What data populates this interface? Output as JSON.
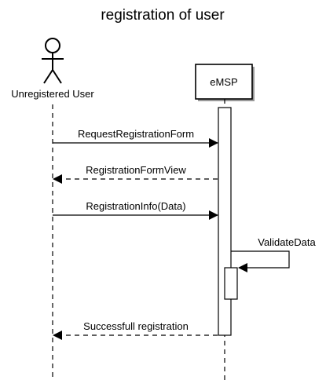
{
  "title": "registration of user",
  "actor": {
    "label": "Unregistered User",
    "icon": "stick-figure-icon"
  },
  "participant": {
    "label": "eMSP"
  },
  "messages": [
    {
      "label": "RequestRegistrationForm",
      "direction": "to-participant",
      "style": "solid"
    },
    {
      "label": "RegistrationFormView",
      "direction": "to-actor",
      "style": "dashed"
    },
    {
      "label": "RegistrationInfo(Data)",
      "direction": "to-participant",
      "style": "solid"
    },
    {
      "label": "ValidateData",
      "direction": "self",
      "style": "solid"
    },
    {
      "label": "Successfull registration",
      "direction": "to-actor",
      "style": "dashed"
    }
  ]
}
